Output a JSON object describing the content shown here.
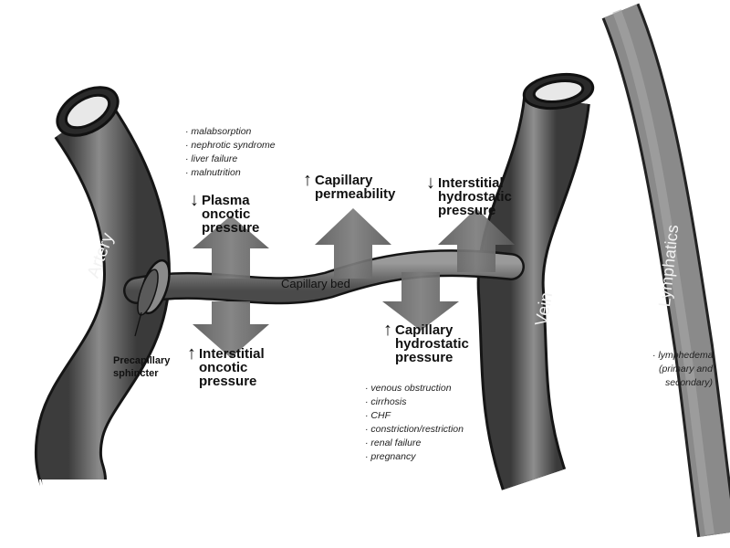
{
  "vessels": {
    "artery": "Artery",
    "vein": "Vein",
    "lymphatics": "Lymphatics",
    "capillary_bed": "Capillary bed"
  },
  "sphincter": {
    "line1": "Precapillary",
    "line2": "sphincter"
  },
  "forces": {
    "plasma_oncotic": {
      "direction": "down",
      "lines": [
        "Plasma",
        "oncotic",
        "pressure"
      ]
    },
    "capillary_permeability": {
      "direction": "up",
      "lines": [
        "Capillary",
        "permeability"
      ]
    },
    "interstitial_hydrostatic": {
      "direction": "down",
      "lines": [
        "Interstitial",
        "hydrostatic",
        "pressure"
      ]
    },
    "interstitial_oncotic": {
      "direction": "up",
      "lines": [
        "Interstitial",
        "oncotic",
        "pressure"
      ]
    },
    "capillary_hydrostatic": {
      "direction": "up",
      "lines": [
        "Capillary",
        "hydrostatic",
        "pressure"
      ]
    }
  },
  "causes": {
    "low_plasma_oncotic": [
      "malabsorption",
      "nephrotic syndrome",
      "liver failure",
      "malnutrition"
    ],
    "high_capillary_hydrostatic": [
      "venous obstruction",
      "cirrhosis",
      "CHF",
      "constriction/restriction",
      "renal failure",
      "pregnancy"
    ],
    "lymphatic": [
      "lymphedema",
      "(primary and",
      "secondary)"
    ]
  },
  "arrow_glyphs": {
    "up": "↑",
    "down": "↓"
  }
}
